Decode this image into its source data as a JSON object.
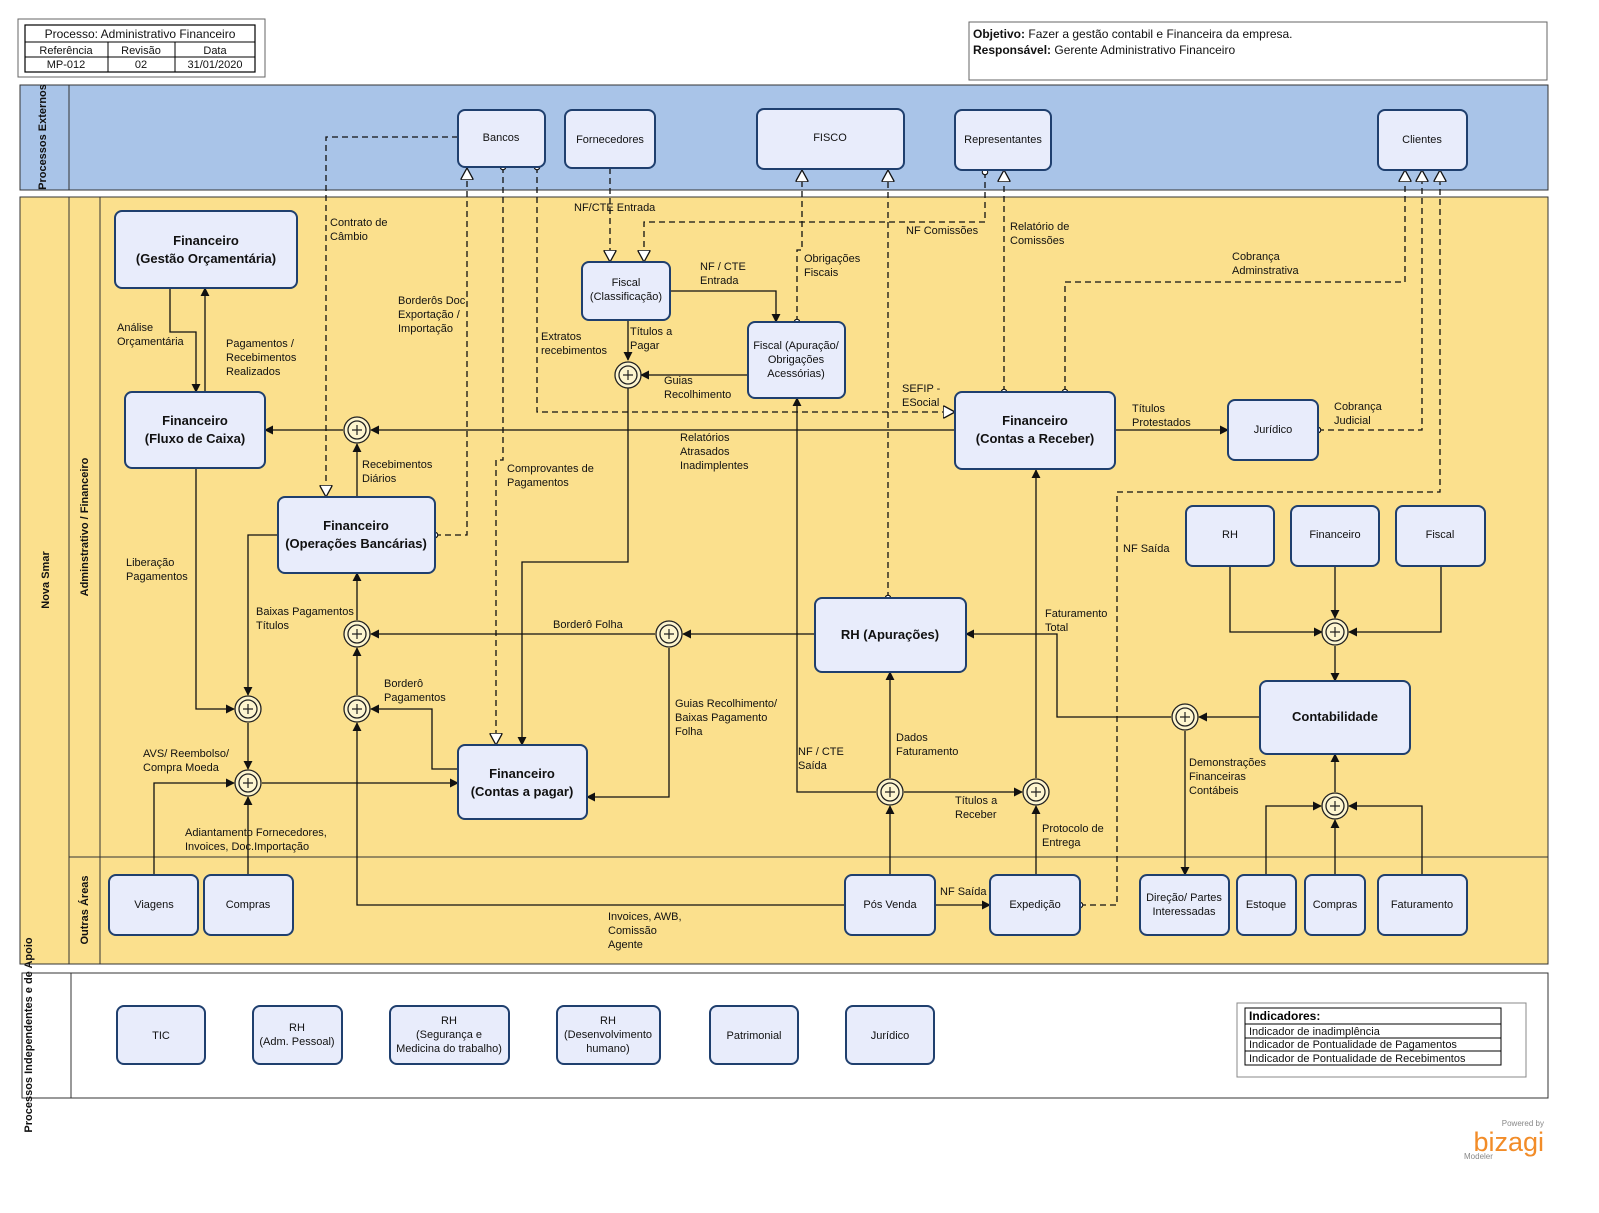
{
  "header": {
    "process_label": "Processo: Administrativo Financeiro",
    "col_ref": "Referência",
    "col_rev": "Revisão",
    "col_date": "Data",
    "ref": "MP-012",
    "rev": "02",
    "date": "31/01/2020",
    "objective_label": "Objetivo:",
    "objective": "Fazer a gestão contabil e Financeira da empresa.",
    "responsible_label": "Responsável:",
    "responsible": "Gerente Administrativo Financeiro"
  },
  "pools": {
    "external": "Processos Externos",
    "main": "Nova Smar",
    "lane_admin": "Adminstrativo / Financeiro",
    "lane_other": "Outras Áreas",
    "support": "Processos Independentes e de Apoio"
  },
  "nodes": {
    "bancos": "Bancos",
    "fornecedores": "Fornecedores",
    "fisco": "FISCO",
    "representantes": "Representantes",
    "clientes": "Clientes",
    "fin_orc_1": "Financeiro",
    "fin_orc_2": "(Gestão Orçamentária)",
    "fin_caixa_1": "Financeiro",
    "fin_caixa_2": "(Fluxo de Caixa)",
    "fin_banc_1": "Financeiro",
    "fin_banc_2": "(Operações Bancárias)",
    "fin_pagar_1": "Financeiro",
    "fin_pagar_2": "(Contas a pagar)",
    "fin_receber_1": "Financeiro",
    "fin_receber_2": "(Contas a Receber)",
    "fiscal_class_1": "Fiscal",
    "fiscal_class_2": "(Classificação)",
    "fiscal_apur_1": "Fiscal (Apuração/",
    "fiscal_apur_2": "Obrigações",
    "fiscal_apur_3": "Acessórias)",
    "juridico": "Jurídico",
    "rh_apur": "RH (Apurações)",
    "rh": "RH",
    "financeiro": "Financeiro",
    "fiscal": "Fiscal",
    "contabilidade": "Contabilidade",
    "viagens": "Viagens",
    "compras": "Compras",
    "pos_venda": "Pós Venda",
    "expedicao": "Expedição",
    "direcao_1": "Direção/ Partes",
    "direcao_2": "Interessadas",
    "estoque": "Estoque",
    "compras2": "Compras",
    "faturamento": "Faturamento"
  },
  "edge_labels": {
    "nf_cte_entrada_1": "NF/CTE Entrada",
    "contrato_cambio": [
      "Contrato de",
      "Câmbio"
    ],
    "borderos_doc": [
      "Borderôs Doc",
      "Exportação /",
      "Importação"
    ],
    "nf_cte_entrada_2": [
      "NF / CTE",
      "Entrada"
    ],
    "obrigacoes_fiscais": [
      "Obrigações",
      "Fiscais"
    ],
    "nf_comissoes": "NF Comissões",
    "relatorio_comissoes": [
      "Relatório de",
      "Comissões"
    ],
    "cobranca_admin": [
      "Cobrança",
      "Adminstrativa"
    ],
    "analise_orc": [
      "Análise",
      "Orçamentária"
    ],
    "pag_receb": [
      "Pagamentos /",
      "Recebimentos",
      "Realizados"
    ],
    "extratos": [
      "Extratos",
      "recebimentos"
    ],
    "titulos_pagar": [
      "Títulos a",
      "Pagar"
    ],
    "guias_recolhimento": [
      "Guias",
      "Recolhimento"
    ],
    "sefip": [
      "SEFIP -",
      "ESocial"
    ],
    "titulos_protestados": [
      "Títulos",
      "Protestados"
    ],
    "cobranca_judicial": [
      "Cobrança",
      "Judicial"
    ],
    "relatorios_atrasados": [
      "Relatórios",
      "Atrasados",
      "Inadimplentes"
    ],
    "receb_diarios": [
      "Recebimentos",
      "Diários"
    ],
    "comprovantes": [
      "Comprovantes de",
      "Pagamentos"
    ],
    "liberacao": [
      "Liberação",
      "Pagamentos"
    ],
    "nf_saida_1": "NF Saída",
    "baixas": [
      "Baixas Pagamentos",
      "Títulos"
    ],
    "bordero_folha": "Borderô Folha",
    "faturamento_total": [
      "Faturamento",
      "Total"
    ],
    "bordero_pag": [
      "Borderô",
      "Pagamentos"
    ],
    "guias_baixas": [
      "Guias Recolhimento/",
      "Baixas Pagamento",
      "Folha"
    ],
    "avs": [
      "AVS/ Reembolso/",
      "Compra Moeda"
    ],
    "nf_cte_saida": [
      "NF / CTE",
      "Saída"
    ],
    "dados_fat": [
      "Dados",
      "Faturamento"
    ],
    "demonstracoes": [
      "Demonstrações",
      "Financeiras",
      "Contábeis"
    ],
    "titulos_receber": [
      "Títulos a",
      "Receber"
    ],
    "adiantamento": [
      "Adiantamento Fornecedores,",
      "Invoices, Doc.Importação"
    ],
    "protocolo": [
      "Protocolo de",
      "Entrega"
    ],
    "nf_saida_2": "NF Saída",
    "invoices_awb": [
      "Invoices, AWB,",
      "Comissão",
      "Agente"
    ]
  },
  "support_nodes": [
    [
      "TIC"
    ],
    [
      "RH",
      "(Adm. Pessoal)"
    ],
    [
      "RH",
      "(Segurança e",
      "Medicina do trabalho)"
    ],
    [
      "RH",
      "(Desenvolvimento",
      "humano)"
    ],
    [
      "Patrimonial"
    ],
    [
      "Jurídico"
    ]
  ],
  "indicators": {
    "title": "Indicadores:",
    "items": [
      "Indicador de inadimplência",
      "Indicador de Pontualidade de Pagamentos",
      "Indicador de Pontualidade de Recebimentos"
    ]
  },
  "brand": {
    "powered": "Powered by",
    "name": "bizagi",
    "sub": "Modeler",
    "color": "#f28c28"
  },
  "colors": {
    "external_pool": "#a9c4e8",
    "main_pool": "#fbe08d",
    "task_fill": "#e8ecfb",
    "task_stroke": "#1f3f6e"
  }
}
